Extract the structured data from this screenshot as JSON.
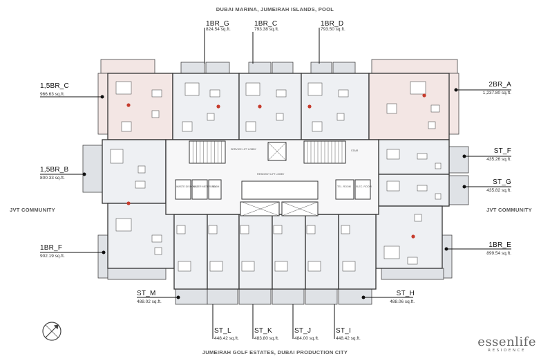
{
  "compass": {
    "icon": "compass-icon"
  },
  "edges": {
    "top": "DUBAI MARINA, JUMEIRAH ISLANDS, POOL",
    "bottom": "JUMEIRAH GOLF ESTATES, DUBAI PRODUCTION CITY",
    "left": "JVT COMMUNITY",
    "right": "JVT COMMUNITY"
  },
  "units": {
    "u1br_g": {
      "name": "1BR_G",
      "area": "824.54 sq.ft."
    },
    "u1br_c": {
      "name": "1BR_C",
      "area": "793.38 sq.ft."
    },
    "u1br_d": {
      "name": "1BR_D",
      "area": "793.50 sq.ft."
    },
    "u15br_c": {
      "name": "1,5BR_C",
      "area": "966.63 sq.ft."
    },
    "u15br_b": {
      "name": "1,5BR_B",
      "area": "800.33 sq.ft."
    },
    "u1br_f": {
      "name": "1BR_F",
      "area": "902.19 sq.ft."
    },
    "st_m": {
      "name": "ST_M",
      "area": "488.02 sq.ft."
    },
    "st_l": {
      "name": "ST_L",
      "area": "448.42 sq.ft."
    },
    "st_k": {
      "name": "ST_K",
      "area": "483.80 sq.ft."
    },
    "st_j": {
      "name": "ST_J",
      "area": "484.00 sq.ft."
    },
    "st_i": {
      "name": "ST_I",
      "area": "448.42 sq.ft."
    },
    "st_h": {
      "name": "ST_H",
      "area": "488.06 sq.ft."
    },
    "u2br_a": {
      "name": "2BR_A",
      "area": "1,237.80 sq.ft."
    },
    "st_f": {
      "name": "ST_F",
      "area": "435.26 sq.ft."
    },
    "st_g": {
      "name": "ST_G",
      "area": "435.82 sq.ft."
    },
    "u1br_e": {
      "name": "1BR_E",
      "area": "899.54 sq.ft."
    }
  },
  "core": {
    "service_lobby": "SERVICE LIFT LOBBY",
    "resident_lobby": "RESIDENT LIFT LOBBY",
    "waste": "WASTE DISPOSAL",
    "water": "WATER METER ROOM",
    "jbu": "JBU",
    "tel": "TEL. ROOM",
    "elec": "ELEC. ROOM",
    "stair": "STAIR"
  },
  "brand": {
    "main": "essenlife",
    "sub": "RESIDENCE"
  },
  "colors": {
    "unit_fill": "#eef0f3",
    "balcony_fill": "#dfe2e6",
    "pink_fill": "#f3e6e4",
    "wall": "#333333",
    "leader": "#111111"
  }
}
